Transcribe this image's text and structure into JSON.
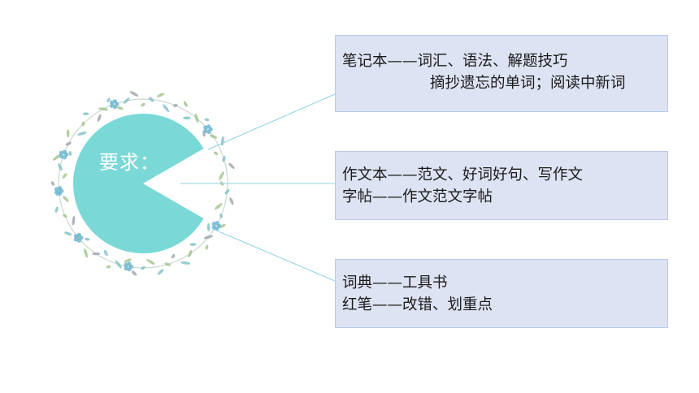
{
  "title": "要求：",
  "boxes": [
    {
      "lines": [
        "笔记本——词汇、语法、解题技巧",
        "摘抄遗忘的单词；阅读中新词"
      ]
    },
    {
      "lines": [
        "作文本——范文、好词好句、写作文",
        "字帖——作文范文字帖"
      ]
    },
    {
      "lines": [
        "词典——工具书",
        "红笔——改错、划重点"
      ]
    }
  ],
  "colors": {
    "pie": "#7ad9d6",
    "box_fill": "#dde3f3",
    "box_border": "#b9c9e6",
    "connector": "#8fd2e6",
    "leaf_green": "#9fc38a",
    "leaf_teal": "#7fbfc4",
    "leaf_gray": "#9aa3ad",
    "flower_blue": "#6fb6cf"
  }
}
